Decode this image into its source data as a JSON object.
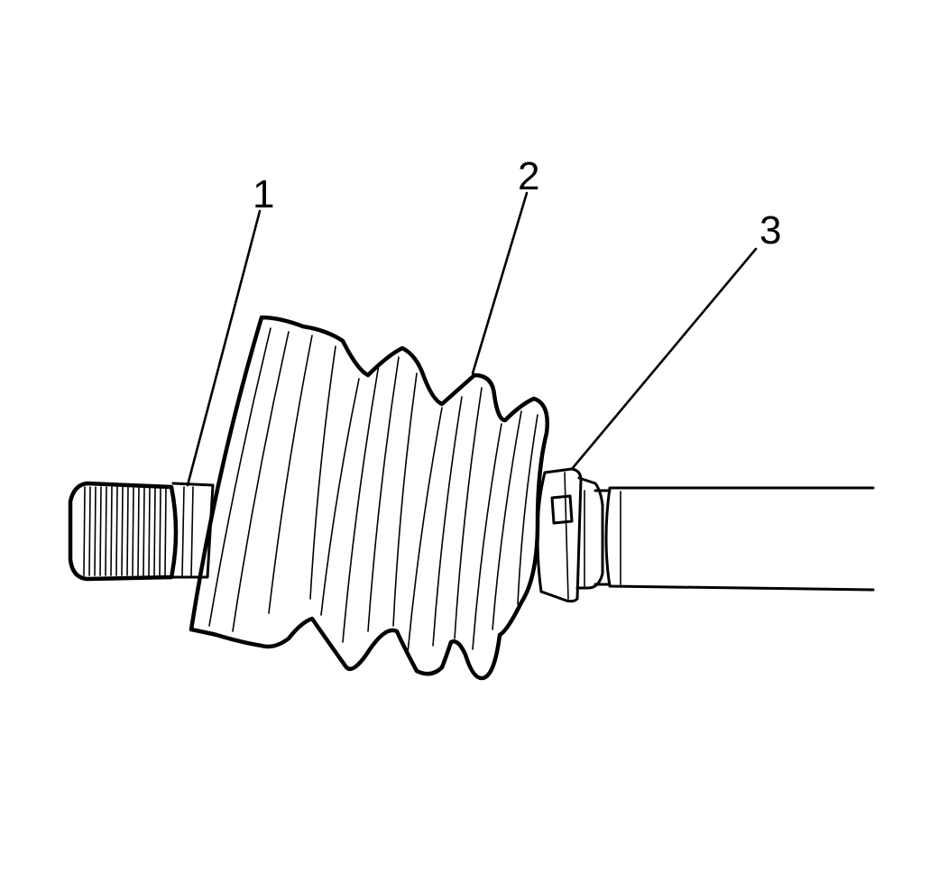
{
  "callouts": [
    {
      "id": "1",
      "label": "1"
    },
    {
      "id": "2",
      "label": "2"
    },
    {
      "id": "3",
      "label": "3"
    }
  ],
  "colors": {
    "ink": "#000000",
    "background": "#ffffff"
  }
}
